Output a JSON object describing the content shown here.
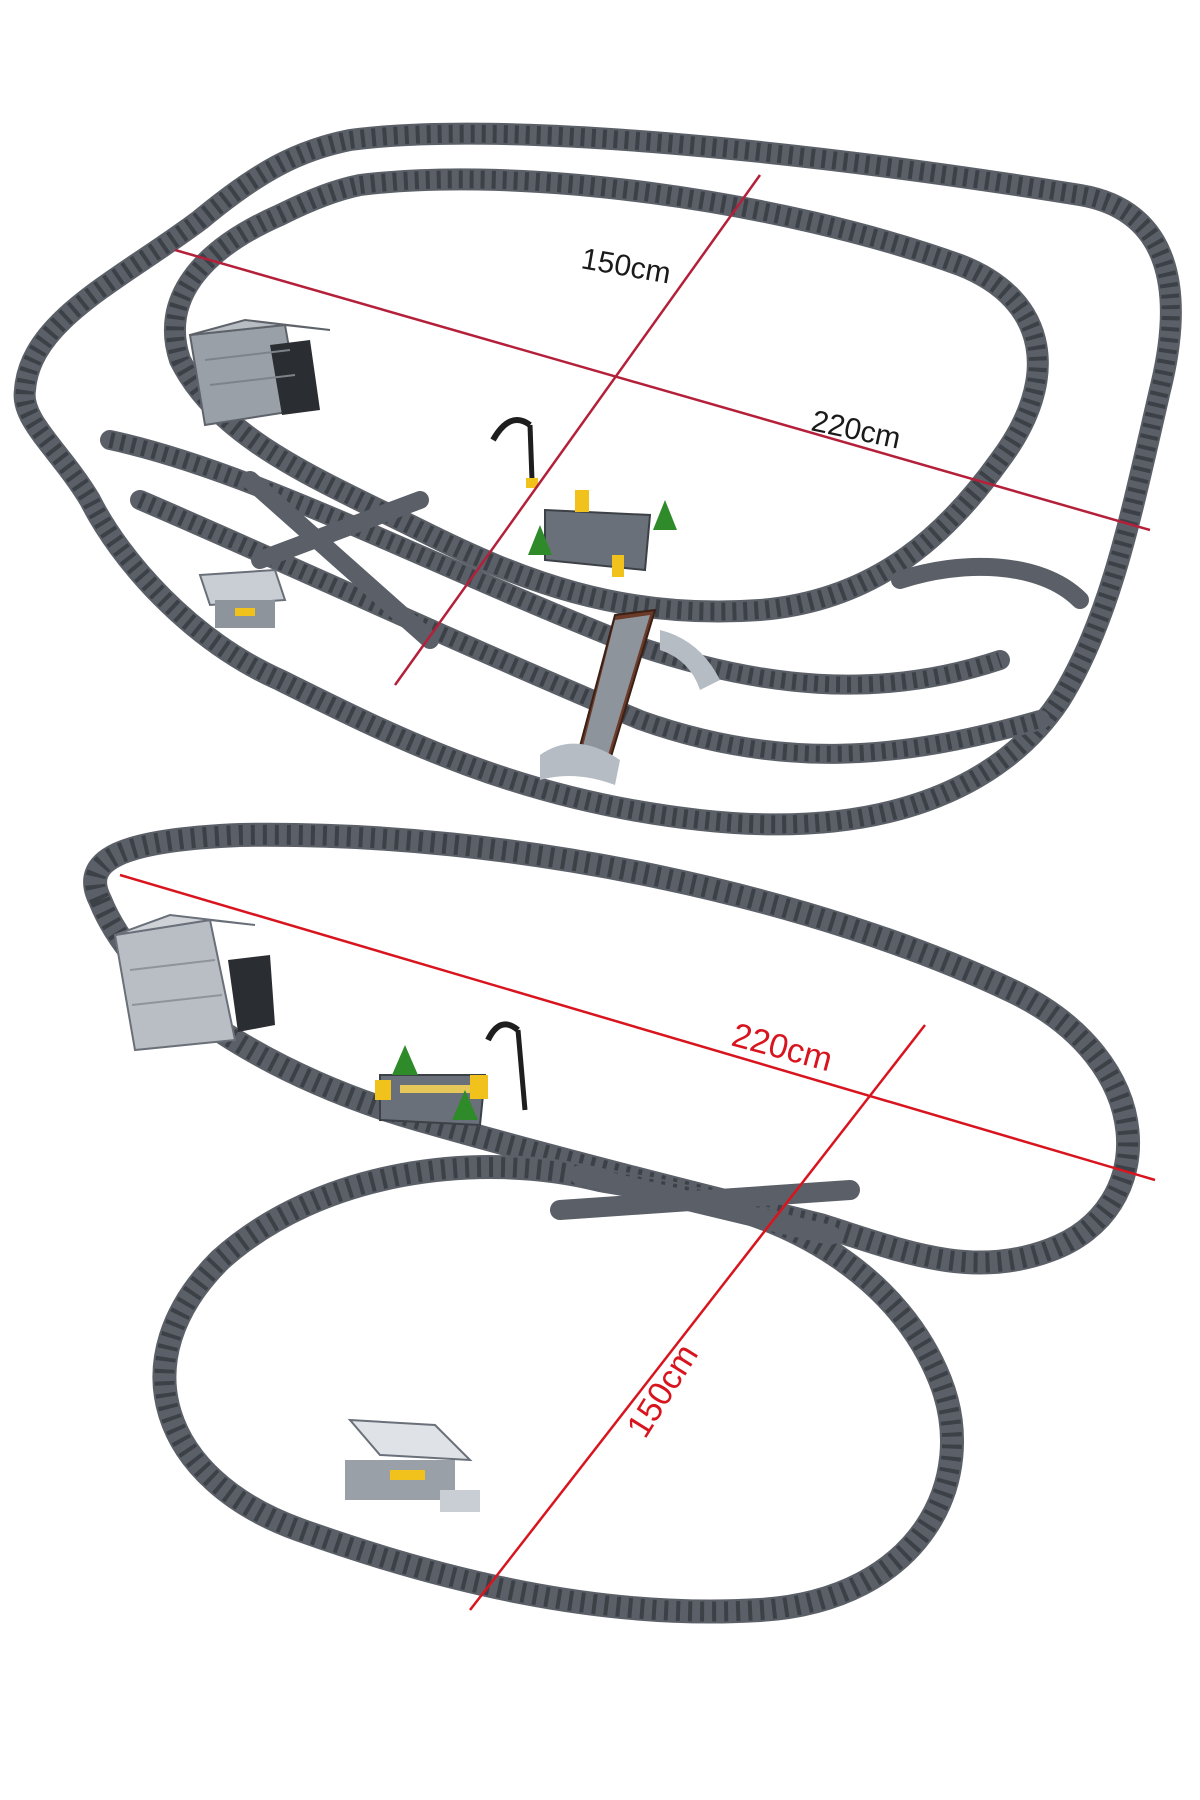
{
  "colors": {
    "track": "#5b6068",
    "track_ties": "#3c4047",
    "rail": "#8d939b",
    "measure_line_top": "#b4203a",
    "measure_line_bottom": "#d8141e",
    "label_dark": "#1a1a1a",
    "label_red": "#d8141e",
    "tree": "#2f8a2a",
    "accent_yellow": "#f1c21b",
    "bridge_brown": "#6b3a28"
  },
  "top_layout": {
    "label_width": "150cm",
    "label_length": "220cm"
  },
  "bottom_layout": {
    "label_length": "220cm",
    "label_width": "150cm"
  },
  "icons": [
    "tunnel-icon",
    "signal-icon",
    "tree-icon",
    "station-icon",
    "footbridge-icon"
  ]
}
